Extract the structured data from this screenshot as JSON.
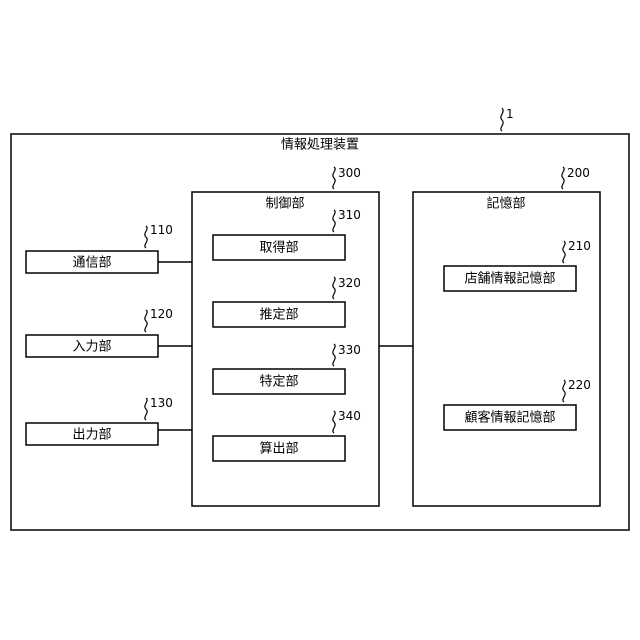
{
  "device": {
    "title": "情報処理装置",
    "ref": "1"
  },
  "control": {
    "title": "制御部",
    "ref": "300",
    "acquisition": {
      "label": "取得部",
      "ref": "310"
    },
    "estimation": {
      "label": "推定部",
      "ref": "320"
    },
    "identification": {
      "label": "特定部",
      "ref": "330"
    },
    "calculation": {
      "label": "算出部",
      "ref": "340"
    }
  },
  "storage": {
    "title": "記憶部",
    "ref": "200",
    "store_info": {
      "label": "店舗情報記憶部",
      "ref": "210"
    },
    "customer_info": {
      "label": "顧客情報記憶部",
      "ref": "220"
    }
  },
  "communication": {
    "label": "通信部",
    "ref": "110"
  },
  "input": {
    "label": "入力部",
    "ref": "120"
  },
  "output": {
    "label": "出力部",
    "ref": "130"
  }
}
